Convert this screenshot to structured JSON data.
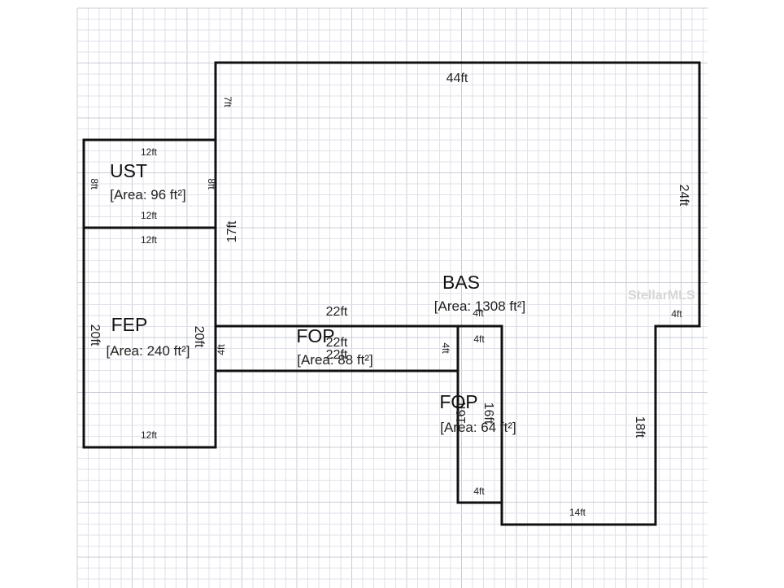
{
  "rooms": {
    "ust": {
      "name": "UST",
      "area": "[Area: 96 ft²]"
    },
    "fep": {
      "name": "FEP",
      "area": "[Area: 240 ft²]"
    },
    "bas": {
      "name": "BAS",
      "area": "[Area: 1308 ft²]"
    },
    "fop1": {
      "name": "FOP",
      "area": "[Area: 88 ft²]"
    },
    "fop2": {
      "name": "FOP",
      "area": "[Area: 64 ft²]"
    }
  },
  "dims": {
    "bas_top": "44ft",
    "bas_left_upper": "7ft",
    "bas_right": "24ft",
    "bas_left_mid": "17ft",
    "bas_inner_top": "22ft",
    "bas_step": "4ft",
    "bas_step_right": "4ft",
    "bas_lower_right": "18ft",
    "bas_bottom": "14ft",
    "ust_top": "12ft",
    "ust_bottom": "12ft",
    "ust_left": "8ft",
    "ust_right": "8ft",
    "fep_top": "12ft",
    "fep_bottom": "12ft",
    "fep_left": "20ft",
    "fep_right": "20ft",
    "fop1_top": "22ft",
    "fop1_bottom": "22ft",
    "fop1_left": "4ft",
    "fop1_right": "4ft",
    "fop2_top": "4ft",
    "fop2_bottom": "4ft",
    "fop2_left": "16ft",
    "fop2_right": "16ft"
  },
  "watermark": "StellarMLS",
  "colors": {
    "grid_minor": "#dfe2ea",
    "grid_major": "#c9ccd6",
    "wall": "#111111"
  }
}
